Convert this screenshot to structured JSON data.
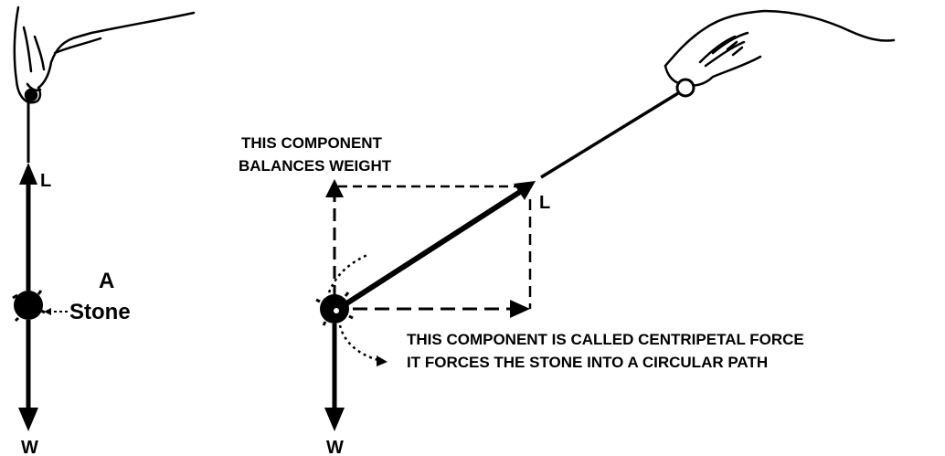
{
  "left_figure": {
    "lift_label": "L",
    "weight_label": "W",
    "stone_letter": "A",
    "stone_word": "Stone"
  },
  "right_figure": {
    "tension_label": "L",
    "weight_label": "W",
    "vertical_component_caption": [
      "THIS COMPONENT",
      "BALANCES WEIGHT"
    ],
    "horizontal_component_caption": [
      "THIS COMPONENT IS CALLED CENTRIPETAL FORCE",
      "IT FORCES THE STONE INTO A CIRCULAR PATH"
    ]
  },
  "colors": {
    "ink": "#000000",
    "background": "#ffffff"
  }
}
